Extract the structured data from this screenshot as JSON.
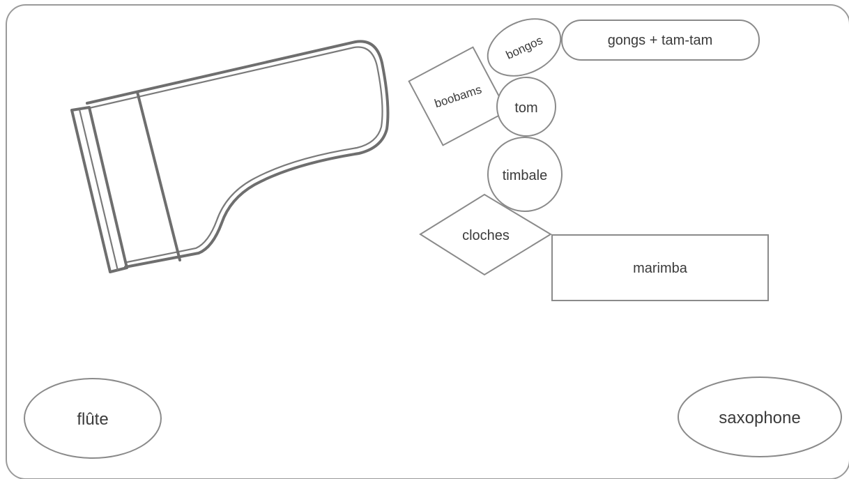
{
  "instruments": {
    "bongos": "bongos",
    "gongs": "gongs + tam-tam",
    "boobams": "boobams",
    "tom": "tom",
    "timbale": "timbale",
    "cloches": "cloches",
    "marimba": "marimba",
    "flute": "flûte",
    "saxophone": "saxophone",
    "piano": "piano"
  },
  "colors": {
    "stroke": "#8a8a8a",
    "piano": "#6e6e6e",
    "text": "#3a3a3a"
  }
}
